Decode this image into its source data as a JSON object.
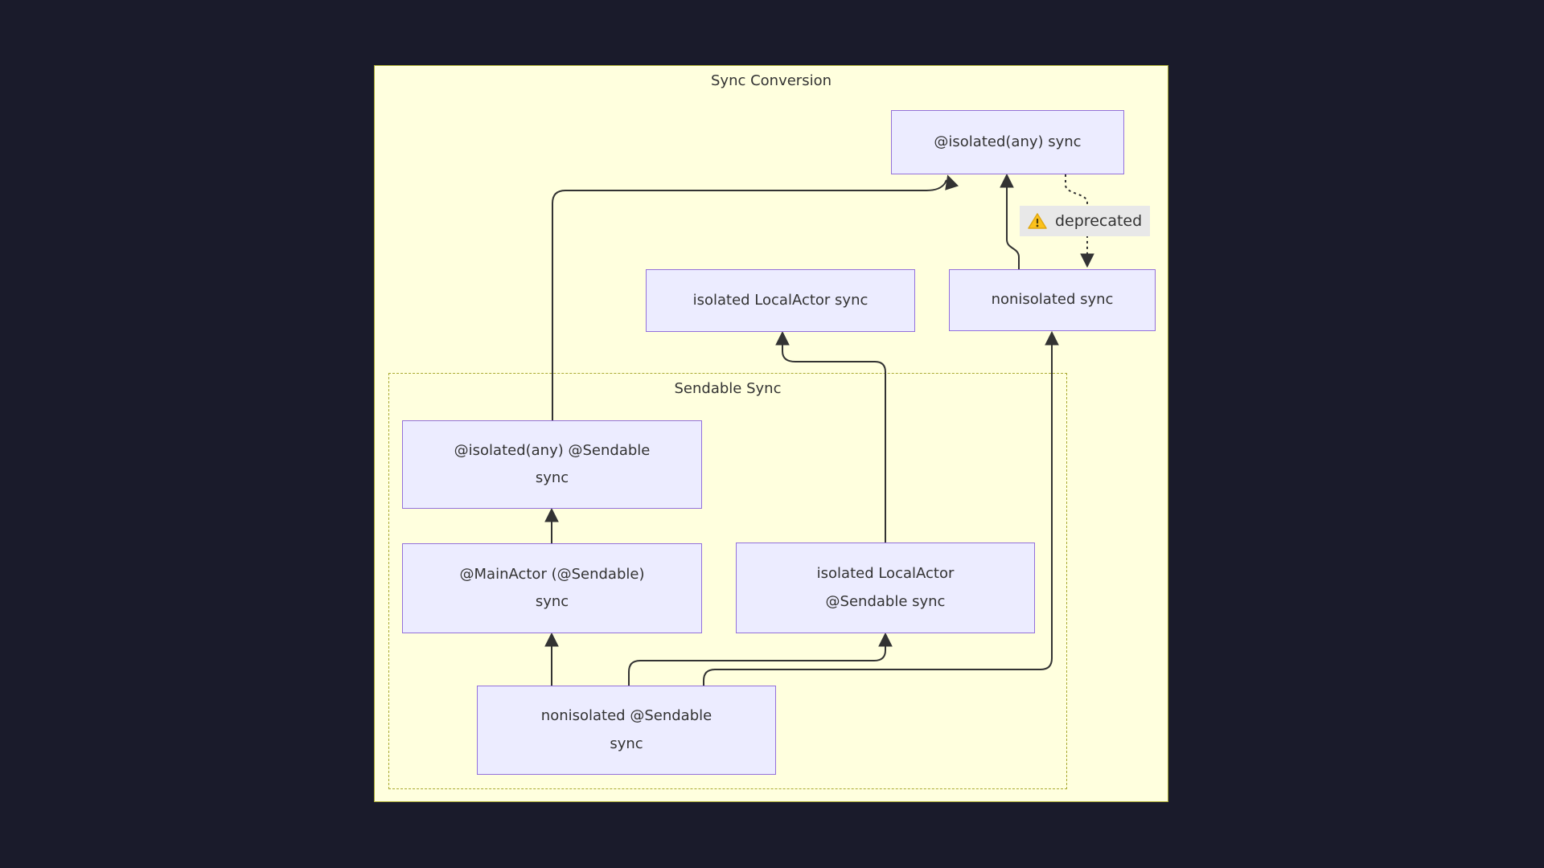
{
  "diagram": {
    "title": "Sync Conversion",
    "subgroup_title": "Sendable Sync",
    "nodes": [
      {
        "id": "isolated-any-sync",
        "label": "@isolated(any) sync"
      },
      {
        "id": "isolated-localactor-sync",
        "label": "isolated LocalActor sync"
      },
      {
        "id": "nonisolated-sync",
        "label": "nonisolated sync"
      },
      {
        "id": "isolated-any-sendable-sync",
        "label": "@isolated(any) @Sendable\nsync"
      },
      {
        "id": "mainactor-sendable-sync",
        "label": "@MainActor (@Sendable)\nsync"
      },
      {
        "id": "isolated-localactor-sendable-sync",
        "label": "isolated LocalActor\n@Sendable sync"
      },
      {
        "id": "nonisolated-sendable-sync",
        "label": "nonisolated @Sendable\nsync"
      }
    ],
    "edges": [
      {
        "from": "isolated-any-sendable-sync",
        "to": "isolated-any-sync",
        "style": "solid"
      },
      {
        "from": "nonisolated-sync",
        "to": "isolated-any-sync",
        "style": "solid"
      },
      {
        "from": "isolated-any-sync",
        "to": "nonisolated-sync",
        "style": "dotted",
        "label": "deprecated"
      },
      {
        "from": "isolated-localactor-sendable-sync",
        "to": "isolated-localactor-sync",
        "style": "solid"
      },
      {
        "from": "mainactor-sendable-sync",
        "to": "isolated-any-sendable-sync",
        "style": "solid"
      },
      {
        "from": "nonisolated-sendable-sync",
        "to": "mainactor-sendable-sync",
        "style": "solid"
      },
      {
        "from": "nonisolated-sendable-sync",
        "to": "isolated-localactor-sendable-sync",
        "style": "solid"
      },
      {
        "from": "nonisolated-sendable-sync",
        "to": "nonisolated-sync",
        "style": "solid"
      }
    ],
    "edge_label": {
      "icon": "warning-triangle",
      "text": "deprecated"
    },
    "colors": {
      "background": "#1a1b2b",
      "cluster_fill": "#ffffde",
      "cluster_border": "#aaaa33",
      "node_fill": "#ECECFF",
      "node_border": "#9370DB",
      "edge": "#333333",
      "edge_label_bg": "#e8e8e8",
      "warning_yellow": "#fcc21b",
      "text": "#333333"
    }
  }
}
